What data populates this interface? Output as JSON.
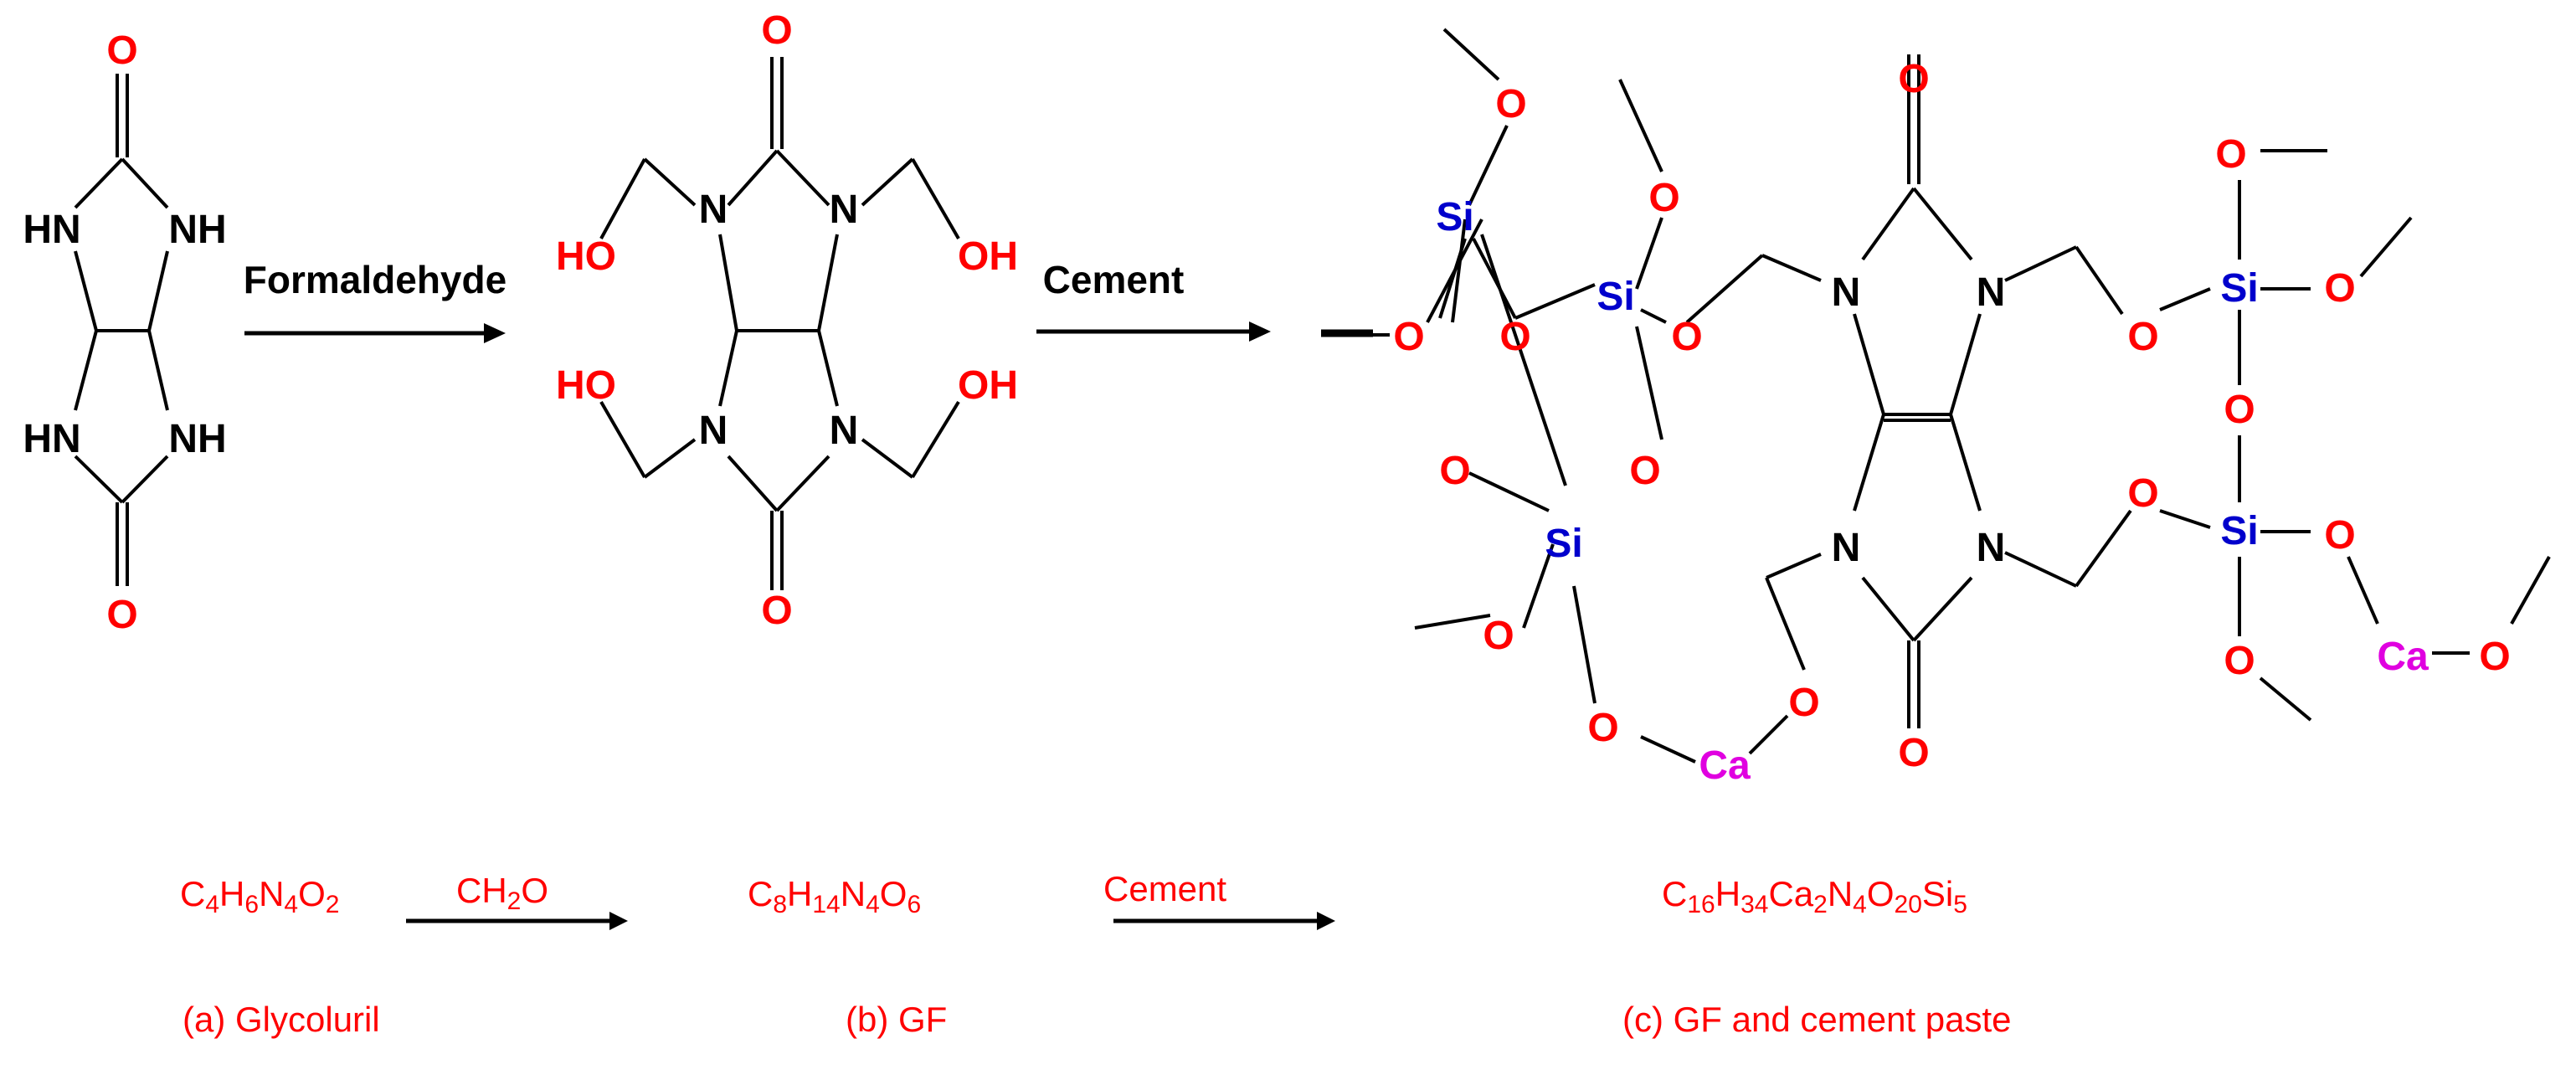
{
  "reactions": {
    "step1_reagent": "Formaldehyde",
    "step2_reagent": "Cement"
  },
  "atoms": {
    "O": "O",
    "N": "N",
    "NH": "NH",
    "HN": "HN",
    "HO": "HO",
    "OH": "OH",
    "Si": "Si",
    "Ca": "Ca"
  },
  "formulas": {
    "glycoluril": {
      "parts": [
        "C",
        "4",
        "H",
        "6",
        "N",
        "4",
        "O",
        "2"
      ]
    },
    "reagent1": {
      "parts": [
        "CH",
        "2",
        "O"
      ]
    },
    "gf": {
      "parts": [
        "C",
        "8",
        "H",
        "14",
        "N",
        "4",
        "O",
        "6"
      ]
    },
    "reagent2": "Cement",
    "paste": {
      "parts": [
        "C",
        "16",
        "H",
        "34",
        "Ca",
        "2",
        "N",
        "4",
        "O",
        "20",
        "Si",
        "5"
      ]
    }
  },
  "labels": {
    "a": "(a) Glycoluril",
    "b": "(b) GF",
    "c": "(c) GF and cement paste"
  },
  "colors": {
    "oxygen": "#ff0000",
    "silicon": "#0000cc",
    "calcium": "#e000e0",
    "nitrogen": "#000000"
  }
}
